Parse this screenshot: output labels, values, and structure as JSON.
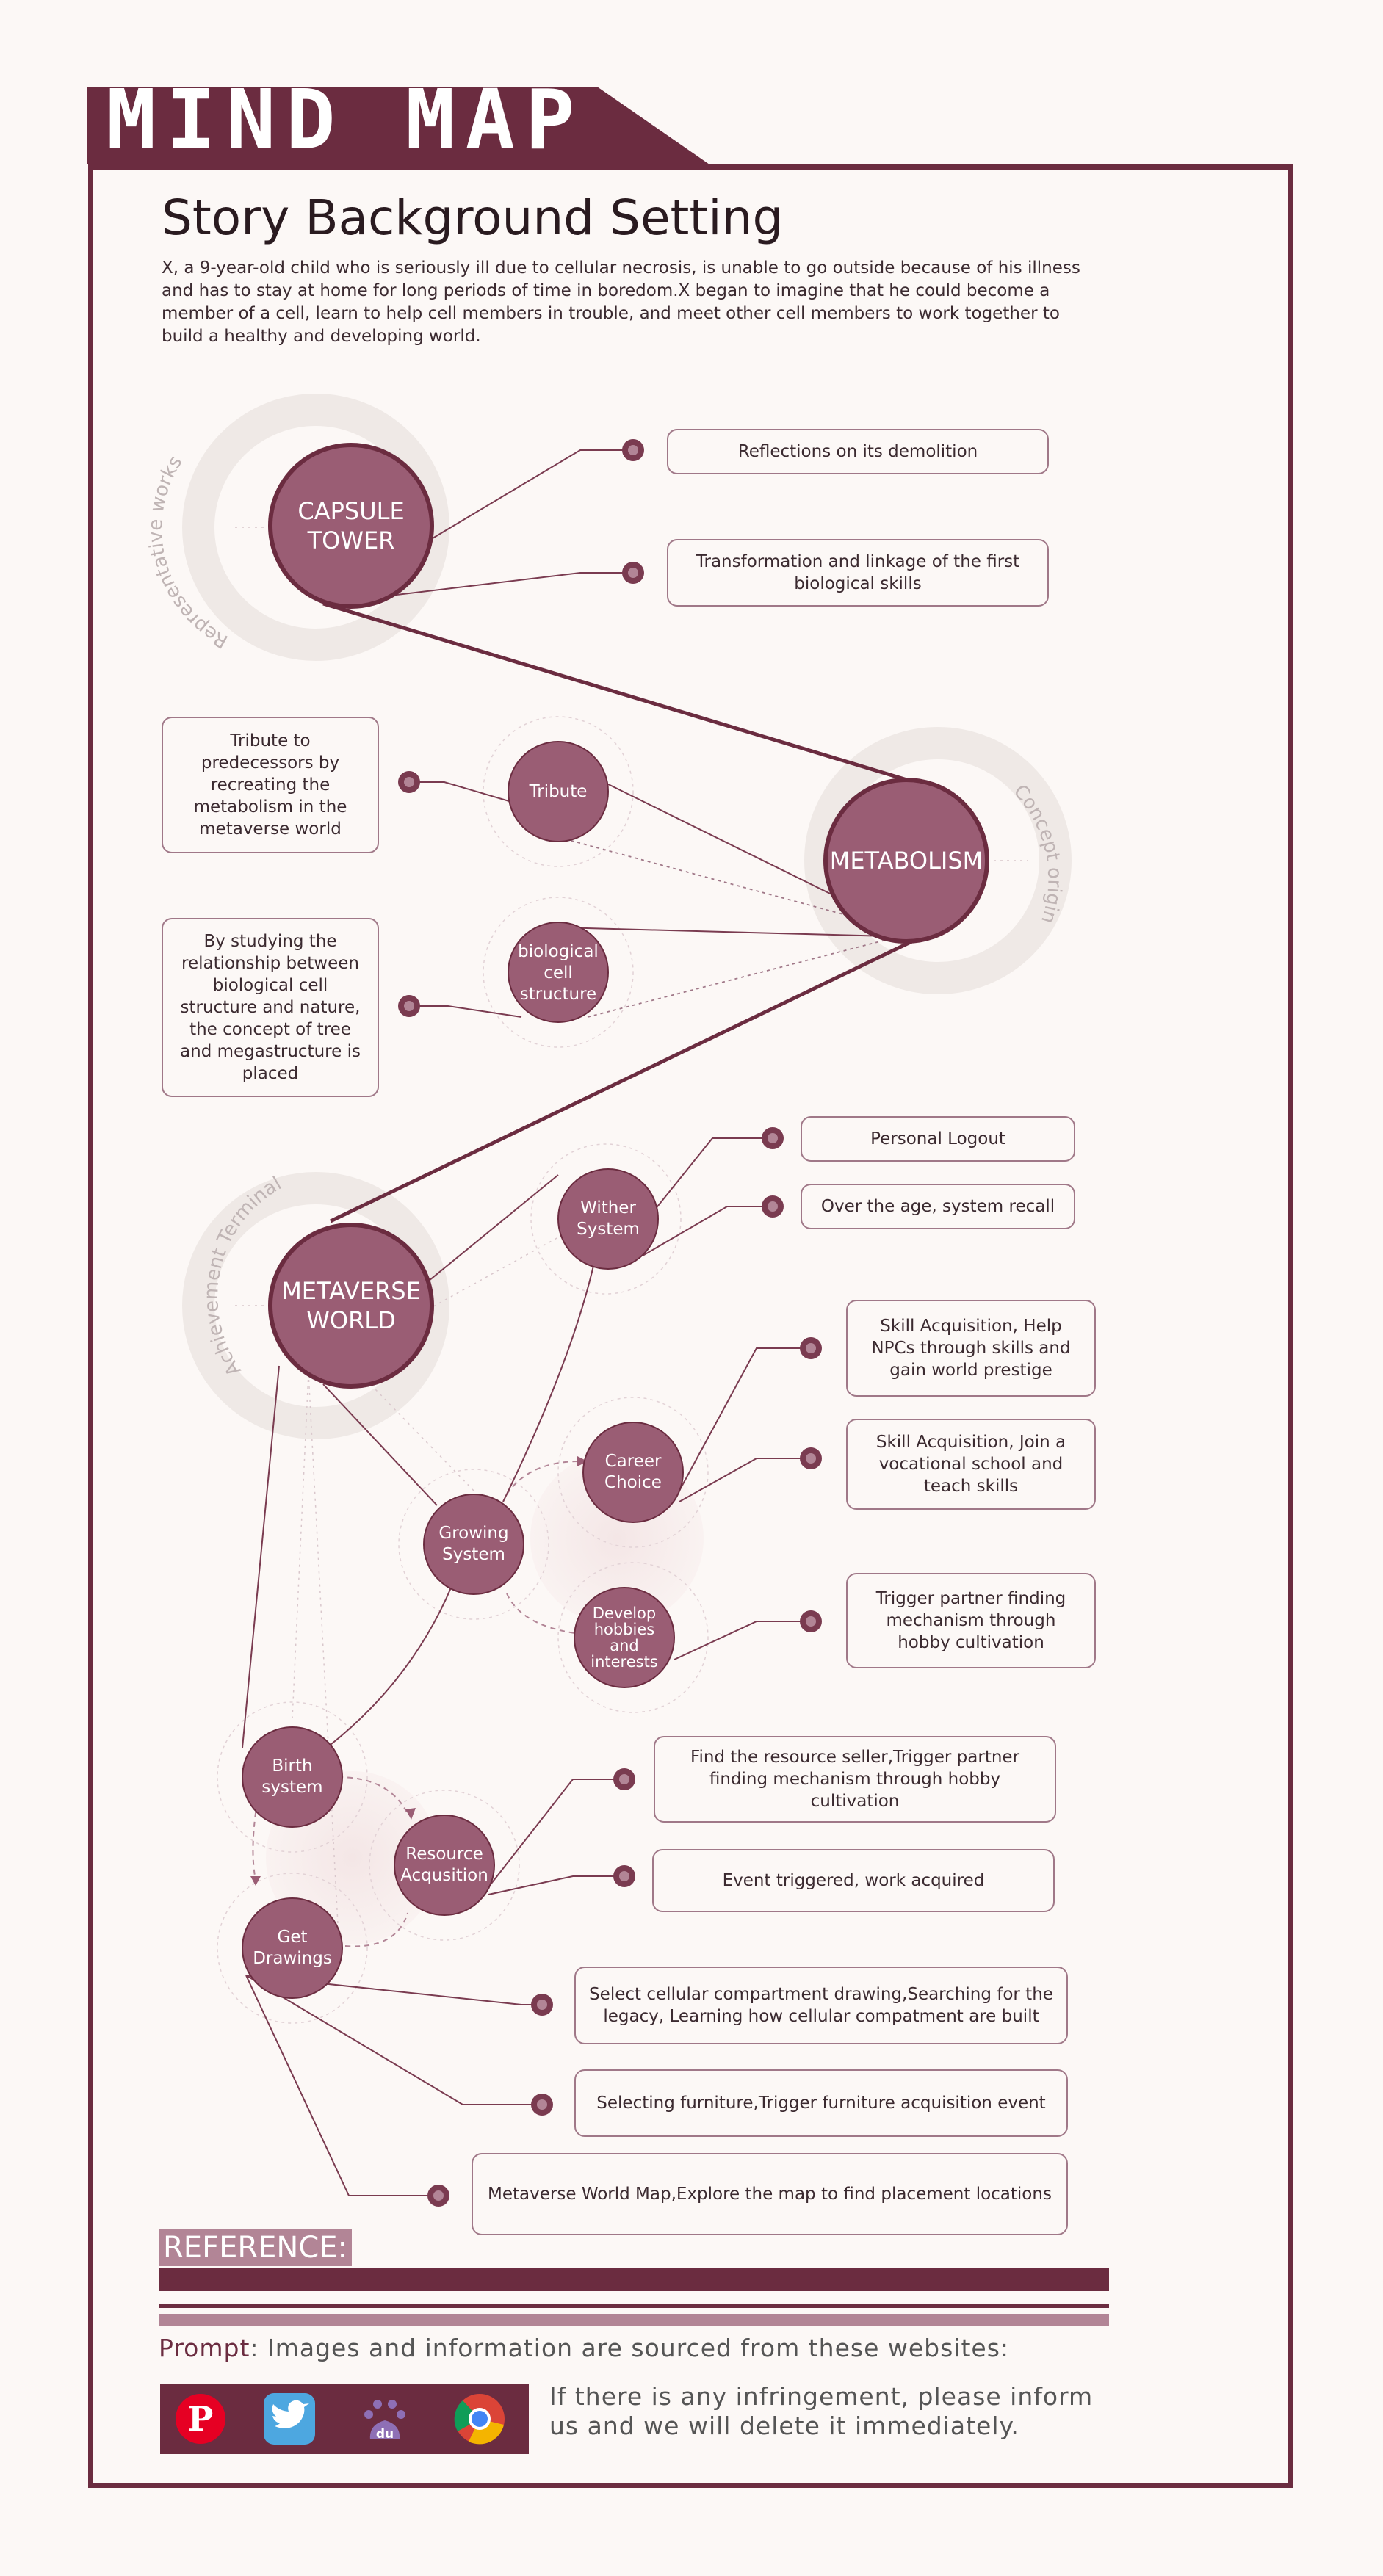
{
  "header": {
    "title": "MIND MAP"
  },
  "story": {
    "title": "Story Background Setting",
    "text": "X, a 9-year-old child who is seriously ill due to cellular necrosis, is unable to go outside because of his illness and has to stay at home for long periods of time in boredom.X began to imagine that he could become a member of a cell, learn to help cell members in trouble, and meet other cell members to work together to build a healthy and developing world."
  },
  "colors": {
    "primary": "#6b2c40",
    "node_fill": "#9a5d74",
    "light": "#b28596",
    "ring": "#efe9e6"
  },
  "nodes": {
    "capsule": "CAPSULE TOWER",
    "metabolism": "METABOLISM",
    "metaverse": "METAVERSE WORLD",
    "tribute": "Tribute",
    "bio": "biological cell structure",
    "wither": "Wither System",
    "career": "Career Choice",
    "growing": "Growing System",
    "develop": "Develop hobbies and interests",
    "birth": "Birth system",
    "resource": "Resource Acqusition",
    "drawings": "Get Drawings"
  },
  "arc_labels": {
    "capsule": "Representative works",
    "metabolism": "Concept origin",
    "metaverse": "Achievement Terminal"
  },
  "boxes": {
    "reflections": "Reflections on its demolition",
    "transformation": "Transformation and linkage of the first biological skills",
    "tribute_desc": "Tribute to predecessors by recreating the metabolism in the metaverse world",
    "study_desc": "By studying the relationship between biological cell structure and nature, the concept of tree and megastructure is placed",
    "logout": "Personal Logout",
    "recall": "Over the age, system recall",
    "skill1": "Skill Acquisition, Help NPCs through skills and gain world prestige",
    "skill2": "Skill Acquisition, Join a vocational school and teach skills",
    "trigger": "Trigger partner finding mechanism through hobby cultivation",
    "seller": "Find the resource seller,Trigger partner finding mechanism through hobby cultivation",
    "event": "Event triggered, work acquired",
    "select": "Select cellular compartment drawing,Searching for the legacy, Learning how cellular compatment are built",
    "furniture": "Selecting furniture,Trigger furniture acquisition event",
    "worldmap": "Metaverse World Map,Explore the map to find placement locations"
  },
  "reference": {
    "label": "REFERENCE:",
    "prompt_key": "Prompt",
    "prompt_rest": ": Images and information are sourced from these websites:",
    "notice": "If there is any infringement, please inform us and we will delete it immediately.",
    "icons": [
      "pinterest-icon",
      "twitter-icon",
      "baidu-icon",
      "chrome-icon"
    ],
    "baidu_text": "du"
  }
}
